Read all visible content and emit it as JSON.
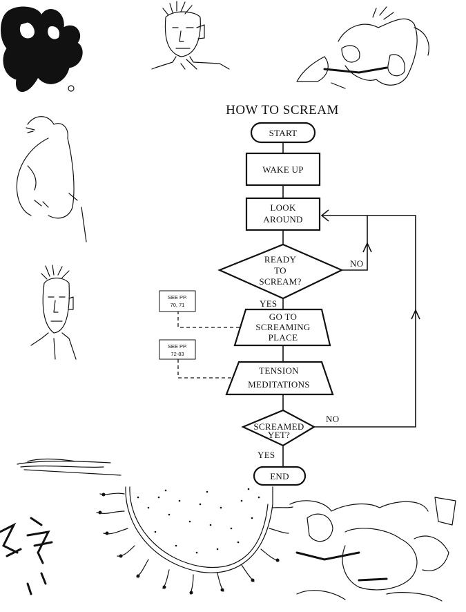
{
  "title": "HOW TO SCREAM",
  "nodes": {
    "start": "START",
    "wake_up": "WAKE UP",
    "look_around": [
      "LOOK",
      "AROUND"
    ],
    "ready": [
      "READY",
      "TO",
      "SCREAM?"
    ],
    "go_to": [
      "GO TO",
      "SCREAMING",
      "PLACE"
    ],
    "tension": [
      "TENSION",
      "MEDITATIONS"
    ],
    "screamed": [
      "SCREAMED",
      "YET?"
    ],
    "end": "END"
  },
  "edges": {
    "ready_no": "NO",
    "ready_yes": "YES",
    "screamed_no": "NO",
    "screamed_yes": "YES"
  },
  "refs": {
    "ref1": [
      "SEE PP.",
      "70, 71"
    ],
    "ref2": [
      "SEE PP.",
      "72-83"
    ]
  }
}
